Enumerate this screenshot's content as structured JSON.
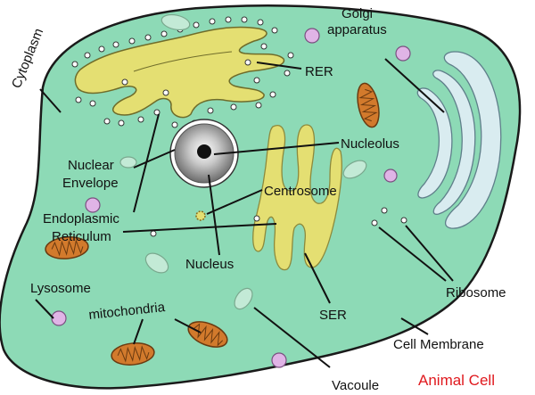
{
  "labels": {
    "cytoplasm": "Cytoplasm",
    "golgi_line1": "Golgi",
    "golgi_line2": "apparatus",
    "rer": "RER",
    "nucleolus": "Nucleolus",
    "nuclear_line1": "Nuclear",
    "nuclear_line2": "Envelope",
    "centrosome": "Centrosome",
    "er_line1": "Endoplasmic",
    "er_line2": "Reticulum",
    "nucleus": "Nucleus",
    "lysosome": "Lysosome",
    "mitochondria": "mitochondria",
    "ser": "SER",
    "ribosome": "Ribosome",
    "cell_membrane": "Cell Membrane",
    "vacuole": "Vacoule",
    "title": "Animal Cell"
  },
  "colors": {
    "cytoplasm": "#8ddab6",
    "er": "#e4df72",
    "golgi": "#d9ecf0",
    "lysosome": "#e0b4e6",
    "mitochondria": "#d27a2c",
    "vacuole": "#c3ead6",
    "nucleus": "#8a8a8a",
    "title": "#e0191e"
  }
}
